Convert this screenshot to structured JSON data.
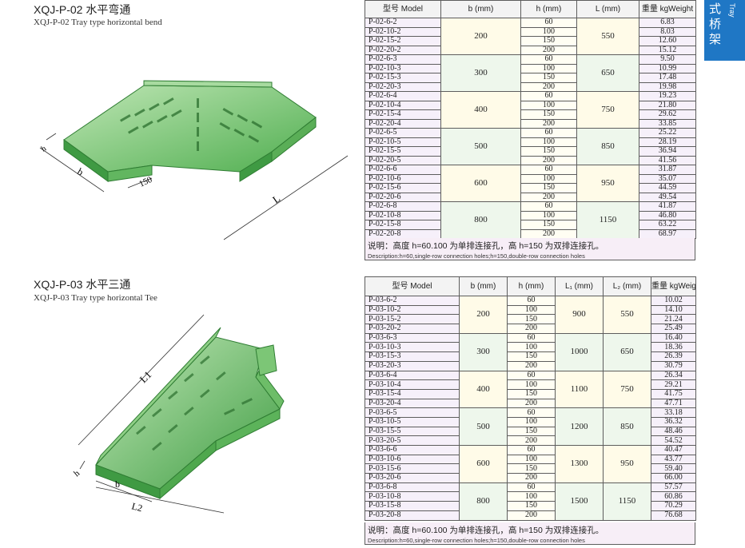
{
  "side_tab": {
    "cn": "式桥架",
    "en": "Tray"
  },
  "sections": [
    {
      "title": "XQJ-P-02 水平弯通",
      "subtitle": "XQJ-P-02 Tray type horizontal bend",
      "dim_labels": {
        "h": "h",
        "b": "b",
        "r": "150",
        "l": "L"
      },
      "headers": [
        "型号 Model",
        "b (mm)",
        "h (mm)",
        "L (mm)",
        "重量 kgWeight"
      ],
      "groups": [
        {
          "b": "200",
          "L": "550",
          "rows": [
            {
              "model": "P-02-6-2",
              "h": "60",
              "w": "6.83"
            },
            {
              "model": "P-02-10-2",
              "h": "100",
              "w": "8.03"
            },
            {
              "model": "P-02-15-2",
              "h": "150",
              "w": "12.60"
            },
            {
              "model": "P-02-20-2",
              "h": "200",
              "w": "15.12"
            }
          ]
        },
        {
          "b": "300",
          "L": "650",
          "rows": [
            {
              "model": "P-02-6-3",
              "h": "60",
              "w": "9.50"
            },
            {
              "model": "P-02-10-3",
              "h": "100",
              "w": "10.99"
            },
            {
              "model": "P-02-15-3",
              "h": "150",
              "w": "17.48"
            },
            {
              "model": "P-02-20-3",
              "h": "200",
              "w": "19.98"
            }
          ]
        },
        {
          "b": "400",
          "L": "750",
          "rows": [
            {
              "model": "P-02-6-4",
              "h": "60",
              "w": "19.23"
            },
            {
              "model": "P-02-10-4",
              "h": "100",
              "w": "21.80"
            },
            {
              "model": "P-02-15-4",
              "h": "150",
              "w": "29.62"
            },
            {
              "model": "P-02-20-4",
              "h": "200",
              "w": "33.85"
            }
          ]
        },
        {
          "b": "500",
          "L": "850",
          "rows": [
            {
              "model": "P-02-6-5",
              "h": "60",
              "w": "25.22"
            },
            {
              "model": "P-02-10-5",
              "h": "100",
              "w": "28.19"
            },
            {
              "model": "P-02-15-5",
              "h": "150",
              "w": "36.94"
            },
            {
              "model": "P-02-20-5",
              "h": "200",
              "w": "41.56"
            }
          ]
        },
        {
          "b": "600",
          "L": "950",
          "rows": [
            {
              "model": "P-02-6-6",
              "h": "60",
              "w": "31.87"
            },
            {
              "model": "P-02-10-6",
              "h": "100",
              "w": "35.07"
            },
            {
              "model": "P-02-15-6",
              "h": "150",
              "w": "44.59"
            },
            {
              "model": "P-02-20-6",
              "h": "200",
              "w": "49.54"
            }
          ]
        },
        {
          "b": "800",
          "L": "1150",
          "rows": [
            {
              "model": "P-02-6-8",
              "h": "60",
              "w": "41.87"
            },
            {
              "model": "P-02-10-8",
              "h": "100",
              "w": "46.80"
            },
            {
              "model": "P-02-15-8",
              "h": "150",
              "w": "63.22"
            },
            {
              "model": "P-02-20-8",
              "h": "200",
              "w": "68.97"
            }
          ]
        }
      ],
      "note_cn": "说明：高度 h=60.100 为单排连接孔，高 h=150 为双排连接孔。",
      "note_en": "Description:h=60,single-row connection holes;h=150,double-row connection holes"
    },
    {
      "title": "XQJ-P-03 水平三通",
      "subtitle": "XQJ-P-03 Tray type horizontal Tee",
      "dim_labels": {
        "h": "h",
        "b": "b",
        "l1": "L1",
        "l2": "L2"
      },
      "headers": [
        "型号 Model",
        "b (mm)",
        "h (mm)",
        "L₁ (mm)",
        "L₂ (mm)",
        "重量 kgWeight"
      ],
      "groups": [
        {
          "b": "200",
          "L1": "900",
          "L2": "550",
          "rows": [
            {
              "model": "P-03-6-2",
              "h": "60",
              "w": "10.02"
            },
            {
              "model": "P-03-10-2",
              "h": "100",
              "w": "14.10"
            },
            {
              "model": "P-03-15-2",
              "h": "150",
              "w": "21.24"
            },
            {
              "model": "P-03-20-2",
              "h": "200",
              "w": "25.49"
            }
          ]
        },
        {
          "b": "300",
          "L1": "1000",
          "L2": "650",
          "rows": [
            {
              "model": "P-03-6-3",
              "h": "60",
              "w": "16.40"
            },
            {
              "model": "P-03-10-3",
              "h": "100",
              "w": "18.36"
            },
            {
              "model": "P-03-15-3",
              "h": "150",
              "w": "26.39"
            },
            {
              "model": "P-03-20-3",
              "h": "200",
              "w": "30.79"
            }
          ]
        },
        {
          "b": "400",
          "L1": "1100",
          "L2": "750",
          "rows": [
            {
              "model": "P-03-6-4",
              "h": "60",
              "w": "26.34"
            },
            {
              "model": "P-03-10-4",
              "h": "100",
              "w": "29.21"
            },
            {
              "model": "P-03-15-4",
              "h": "150",
              "w": "41.75"
            },
            {
              "model": "P-03-20-4",
              "h": "200",
              "w": "47.71"
            }
          ]
        },
        {
          "b": "500",
          "L1": "1200",
          "L2": "850",
          "rows": [
            {
              "model": "P-03-6-5",
              "h": "60",
              "w": "33.18"
            },
            {
              "model": "P-03-10-5",
              "h": "100",
              "w": "36.32"
            },
            {
              "model": "P-03-15-5",
              "h": "150",
              "w": "48.46"
            },
            {
              "model": "P-03-20-5",
              "h": "200",
              "w": "54.52"
            }
          ]
        },
        {
          "b": "600",
          "L1": "1300",
          "L2": "950",
          "rows": [
            {
              "model": "P-03-6-6",
              "h": "60",
              "w": "40.47"
            },
            {
              "model": "P-03-10-6",
              "h": "100",
              "w": "43.77"
            },
            {
              "model": "P-03-15-6",
              "h": "150",
              "w": "59.40"
            },
            {
              "model": "P-03-20-6",
              "h": "200",
              "w": "66.00"
            }
          ]
        },
        {
          "b": "800",
          "L1": "1500",
          "L2": "1150",
          "rows": [
            {
              "model": "P-03-6-8",
              "h": "60",
              "w": "57.57"
            },
            {
              "model": "P-03-10-8",
              "h": "100",
              "w": "60.86"
            },
            {
              "model": "P-03-15-8",
              "h": "150",
              "w": "70.29"
            },
            {
              "model": "P-03-20-8",
              "h": "200",
              "w": "76.68"
            }
          ]
        }
      ],
      "note_cn": "说明：高度 h=60.100 为单排连接孔，高 h=150 为双排连接孔。",
      "note_en": "Description:h=60,single-row connection holes;h=150,double-row connection holes"
    }
  ]
}
